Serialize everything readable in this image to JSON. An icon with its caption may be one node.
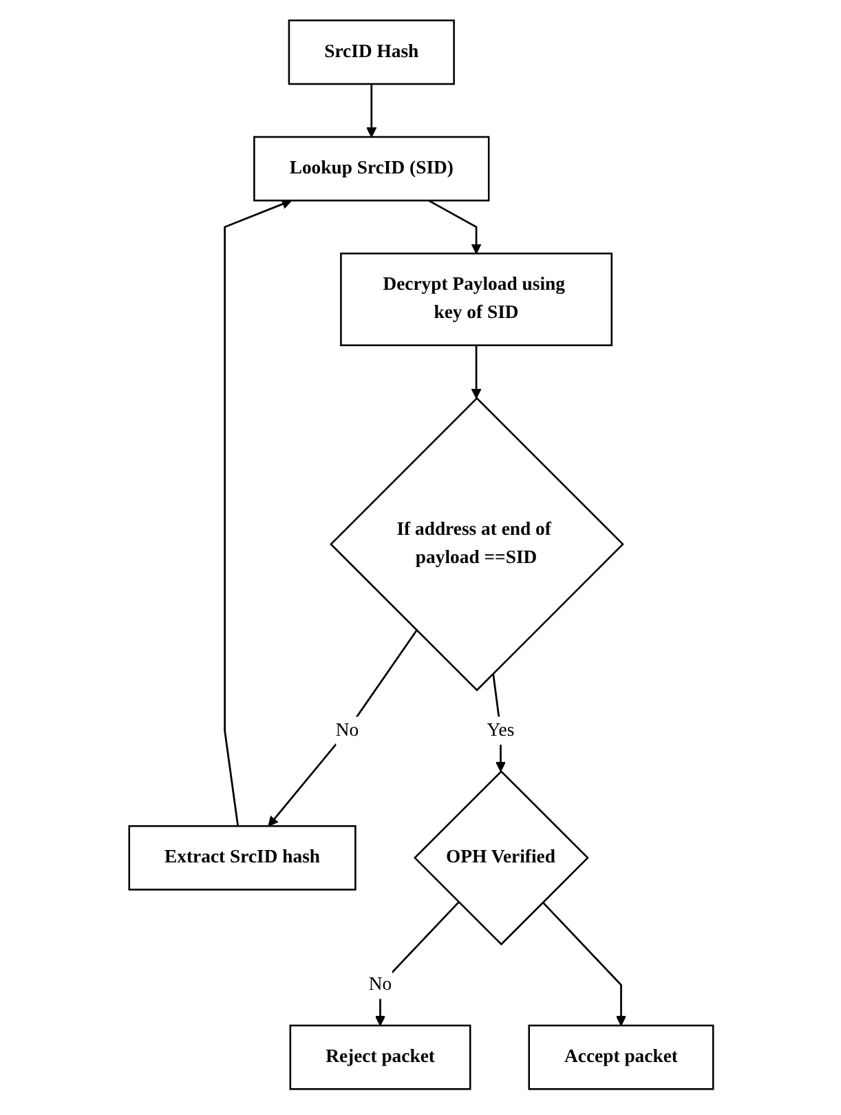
{
  "diagram": {
    "nodes": [
      {
        "text": [
          "SrcID Hash"
        ]
      },
      {
        "text": [
          "Lookup SrcID (SID)"
        ]
      },
      {
        "text": [
          "Decrypt Payload using key of SID"
        ]
      },
      {
        "text": [
          "If address at end of payload ==SID"
        ]
      },
      {
        "text": [
          "Extract SrcID hash"
        ]
      },
      {
        "text": [
          "OPH Verified"
        ]
      },
      {
        "text": [
          "Reject packet"
        ]
      },
      {
        "text": [
          "Accept packet"
        ]
      }
    ],
    "edges": [
      {
        "from": 0,
        "to": 1,
        "arrow": "to"
      },
      {
        "from": 1,
        "to": 2,
        "arrow": "to"
      },
      {
        "from": 2,
        "to": 3,
        "arrow": "to"
      },
      {
        "from": 3,
        "to": 4,
        "arrow": "to",
        "label": "No"
      },
      {
        "from": 4,
        "to": 1,
        "arrow": "to"
      },
      {
        "from": 3,
        "to": 5,
        "arrow": "to",
        "label": "Yes"
      },
      {
        "from": 5,
        "to": 6,
        "arrow": "to",
        "label": "No"
      },
      {
        "from": 5,
        "to": 7,
        "arrow": "to"
      }
    ]
  }
}
